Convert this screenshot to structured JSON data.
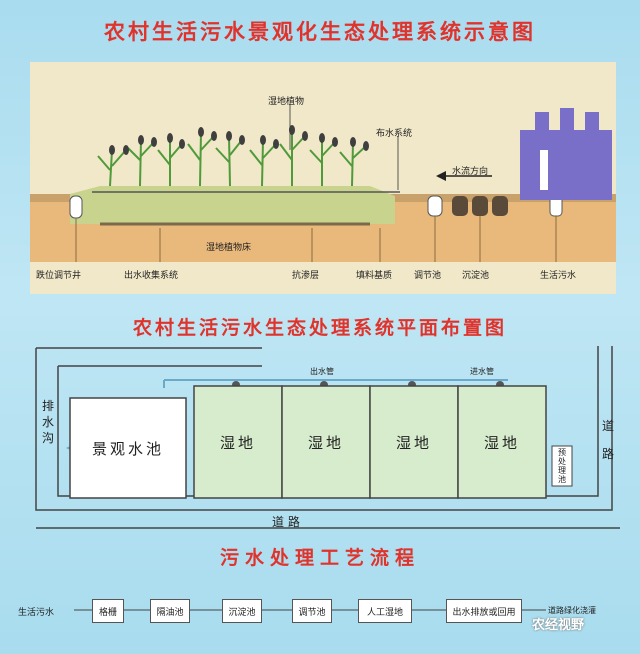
{
  "titles": {
    "schematic": "农村生活污水景观化生态处理系统示意图",
    "plan": "农村生活污水生态处理系统平面布置图",
    "process": "污水处理工艺流程"
  },
  "schematic": {
    "labels": {
      "wetland_plants": "湿地植物",
      "distribution": "布水系统",
      "flow_direction": "水流方向",
      "wetland_bed": "湿地植物床",
      "drain_well": "跌位调节井",
      "outlet_system": "出水收集系统",
      "anti_seepage": "抗渗层",
      "filler_base": "填料基质",
      "regulating": "调节池",
      "sedimentation": "沉淀池",
      "domestic_sewage": "生活污水"
    }
  },
  "plan": {
    "drain_ditch": [
      "排",
      "水",
      "沟"
    ],
    "landscape_pool": "景观水池",
    "wetlands": [
      "湿地",
      "湿地",
      "湿地",
      "湿地"
    ],
    "pretreatment": [
      "预",
      "处",
      "理",
      "池"
    ],
    "road_bottom": "道 路",
    "road_right": [
      "道",
      "路"
    ],
    "small_labels": [
      "出水管",
      "进水管"
    ]
  },
  "process": {
    "start": "生活污水",
    "steps": [
      "格栅",
      "隔油池",
      "沉淀池",
      "调节池",
      "人工湿地",
      "出水排放或回用"
    ],
    "end": "道路绿化浇灌"
  },
  "watermark": "农经视野",
  "colors": {
    "title": "#e0332b",
    "wetland_fill": "#d6eccc",
    "building": "#7a6fc8"
  }
}
